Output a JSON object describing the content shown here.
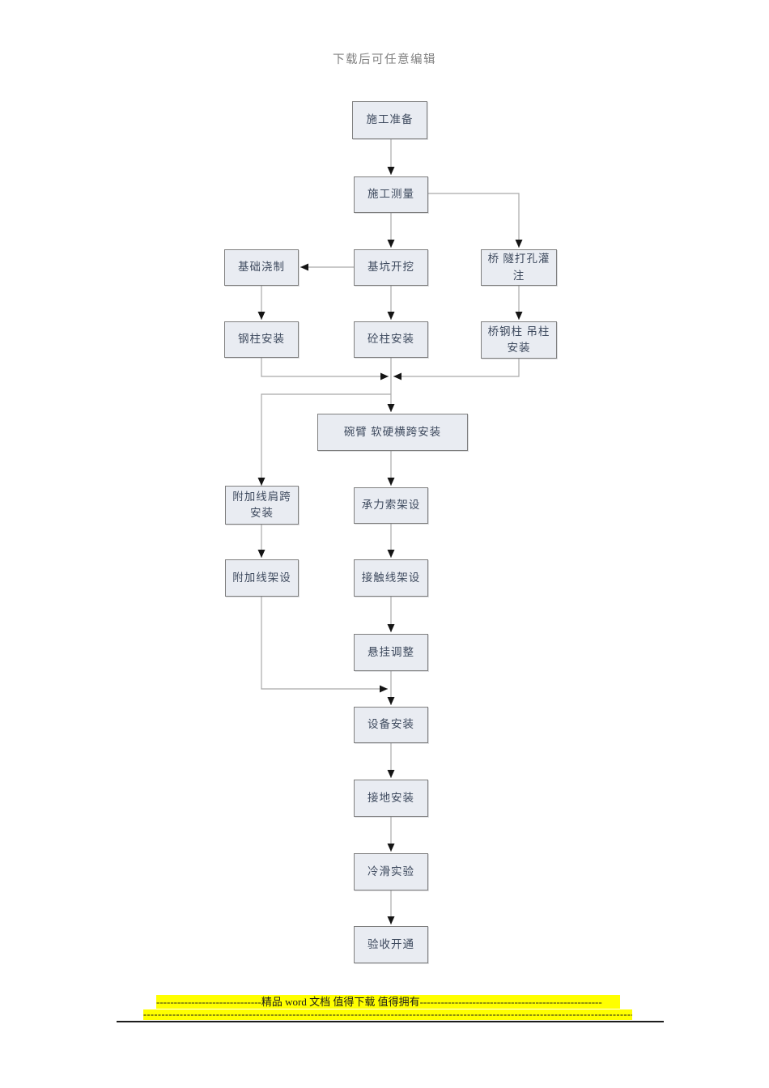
{
  "header": {
    "note": "下载后可任意编辑"
  },
  "flowchart": {
    "nodes": [
      {
        "id": "construction-preparation",
        "label": "施工准备"
      },
      {
        "id": "construction-survey",
        "label": "施工测量"
      },
      {
        "id": "foundation-pouring",
        "label": "基础浇制"
      },
      {
        "id": "pit-excavation",
        "label": "基坑开挖"
      },
      {
        "id": "bridge-tunnel-drilling",
        "label": "桥 隧打孔灌注"
      },
      {
        "id": "steel-column-install",
        "label": "钢柱安装"
      },
      {
        "id": "concrete-column-install",
        "label": "砼柱安装"
      },
      {
        "id": "bridge-steel-hanging-column",
        "label": "桥钢柱 吊柱安装"
      },
      {
        "id": "cantilever-cross-span",
        "label": "碗臂 软硬横跨安装"
      },
      {
        "id": "aux-line-shoulder-span",
        "label": "附加线肩跨安装"
      },
      {
        "id": "catenary-cable-erection",
        "label": "承力索架设"
      },
      {
        "id": "aux-line-erection",
        "label": "附加线架设"
      },
      {
        "id": "contact-line-erection",
        "label": "接触线架设"
      },
      {
        "id": "suspension-adjustment",
        "label": "悬挂调整"
      },
      {
        "id": "equipment-install",
        "label": "设备安装"
      },
      {
        "id": "grounding-install",
        "label": "接地安装"
      },
      {
        "id": "cold-slide-test",
        "label": "冷滑实验"
      },
      {
        "id": "acceptance-opening",
        "label": "验收开通"
      }
    ]
  },
  "footer": {
    "line1": "------------------------------精品 word 文档 值得下载 值得拥有----------------------------------------------------",
    "line2": "--------------------------------------------------------------------------------------------------------------------------------------------------------------------"
  },
  "colors": {
    "node_fill": "#e9ecf2",
    "node_border": "#7f7f7f",
    "node_text": "#3e4a5e",
    "connector_line": "#a9a9a9",
    "arrowhead": "#151515",
    "header_note_text": "#7f7f7f",
    "footer_highlight": "#ffff00",
    "bottom_rule": "#1c1c1c"
  }
}
